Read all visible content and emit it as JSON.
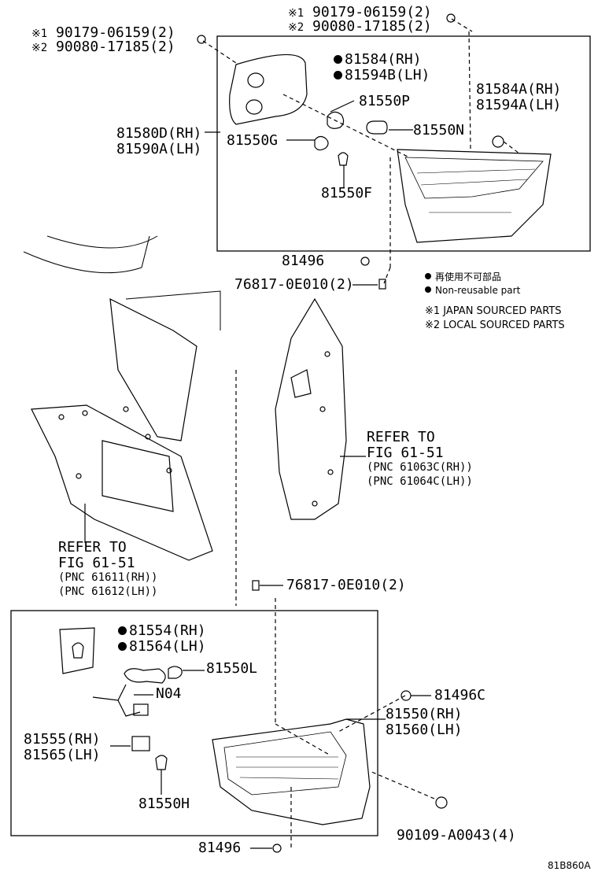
{
  "top_right_callout": {
    "line1_mark": "※1",
    "line1_part": "90179-06159(2)",
    "line2_mark": "※2",
    "line2_part": "90080-17185(2)"
  },
  "top_left_callout": {
    "line1_mark": "※1",
    "line1_part": "90179-06159(2)",
    "line2_mark": "※2",
    "line2_part": "90080-17185(2)"
  },
  "upper_box_parts": {
    "p81584_rh": "81584(RH)",
    "p81594b_lh": "81594B(LH)",
    "p81550p": "81550P",
    "p81584a_rh": "81584A(RH)",
    "p81594a_lh": "81594A(LH)",
    "p81550n": "81550N",
    "p81580d_rh": "81580D(RH)",
    "p81590a_lh": "81590A(LH)",
    "p81550g": "81550G",
    "p81550f": "81550F"
  },
  "mid_parts": {
    "p81496_upper": "81496",
    "p76817_upper": "76817-0E010(2)"
  },
  "legend": {
    "non_reusable_jp": "再使用不可部品",
    "non_reusable_en": "Non-reusable part",
    "japan_sourced": "※1 JAPAN SOURCED PARTS",
    "local_sourced": "※2 LOCAL SOURCED PARTS"
  },
  "refer_right": {
    "line1": "REFER TO",
    "line2": "FIG 61-51",
    "line3": "(PNC 61063C(RH))",
    "line4": "(PNC 61064C(LH))"
  },
  "refer_left": {
    "line1": "REFER TO",
    "line2": "FIG 61-51",
    "line3": "(PNC 61611(RH))",
    "line4": "(PNC 61612(LH))"
  },
  "lower_parts": {
    "p76817_lower": "76817-0E010(2)",
    "p81554_rh": "81554(RH)",
    "p81564_lh": "81564(LH)",
    "p81550l": "81550L",
    "pn04": "N04",
    "p81496c": "81496C",
    "p81550_rh": "81550(RH)",
    "p81560_lh": "81560(LH)",
    "p81555_rh": "81555(RH)",
    "p81565_lh": "81565(LH)",
    "p81550h": "81550H",
    "p90109": "90109-A0043(4)",
    "p81496_lower": "81496"
  },
  "diagram_code": "81B860A"
}
